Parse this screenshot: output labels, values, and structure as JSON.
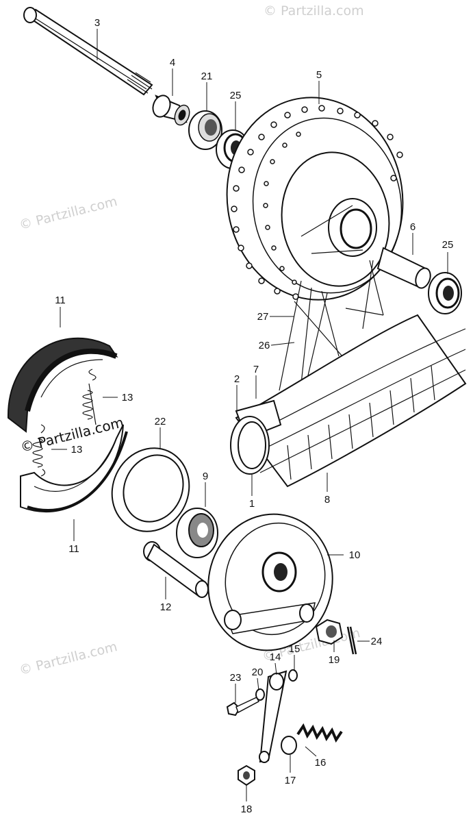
{
  "watermark": {
    "symbol": "©",
    "text": "Partzilla.com"
  },
  "watermark_partial": "Partzilla.com",
  "callouts": {
    "axle": "3",
    "spacer": "4",
    "dust_seal": "21",
    "bearing_right": "25",
    "hub": "5",
    "distance_collar": "6",
    "bearing_left": "25",
    "spoke_a": "27",
    "spoke_b": "26",
    "tube_flap": "7",
    "rim": "2",
    "tube": "1",
    "tire": "8",
    "shoe_upper": "11",
    "spring_upper": "13",
    "spring_lower": "13",
    "shoe_lower": "11",
    "seal_ring": "22",
    "gear": "9",
    "brake_panel": "10",
    "cam": "12",
    "nut": "19",
    "cotter_pin": "24",
    "bolt": "23",
    "washer_a": "20",
    "arm": "14",
    "washer_b": "15",
    "return_spring": "16",
    "collar": "17",
    "adjust_nut": "18"
  },
  "colors": {
    "line": "#111111",
    "watermark": "#cfcfcf"
  }
}
